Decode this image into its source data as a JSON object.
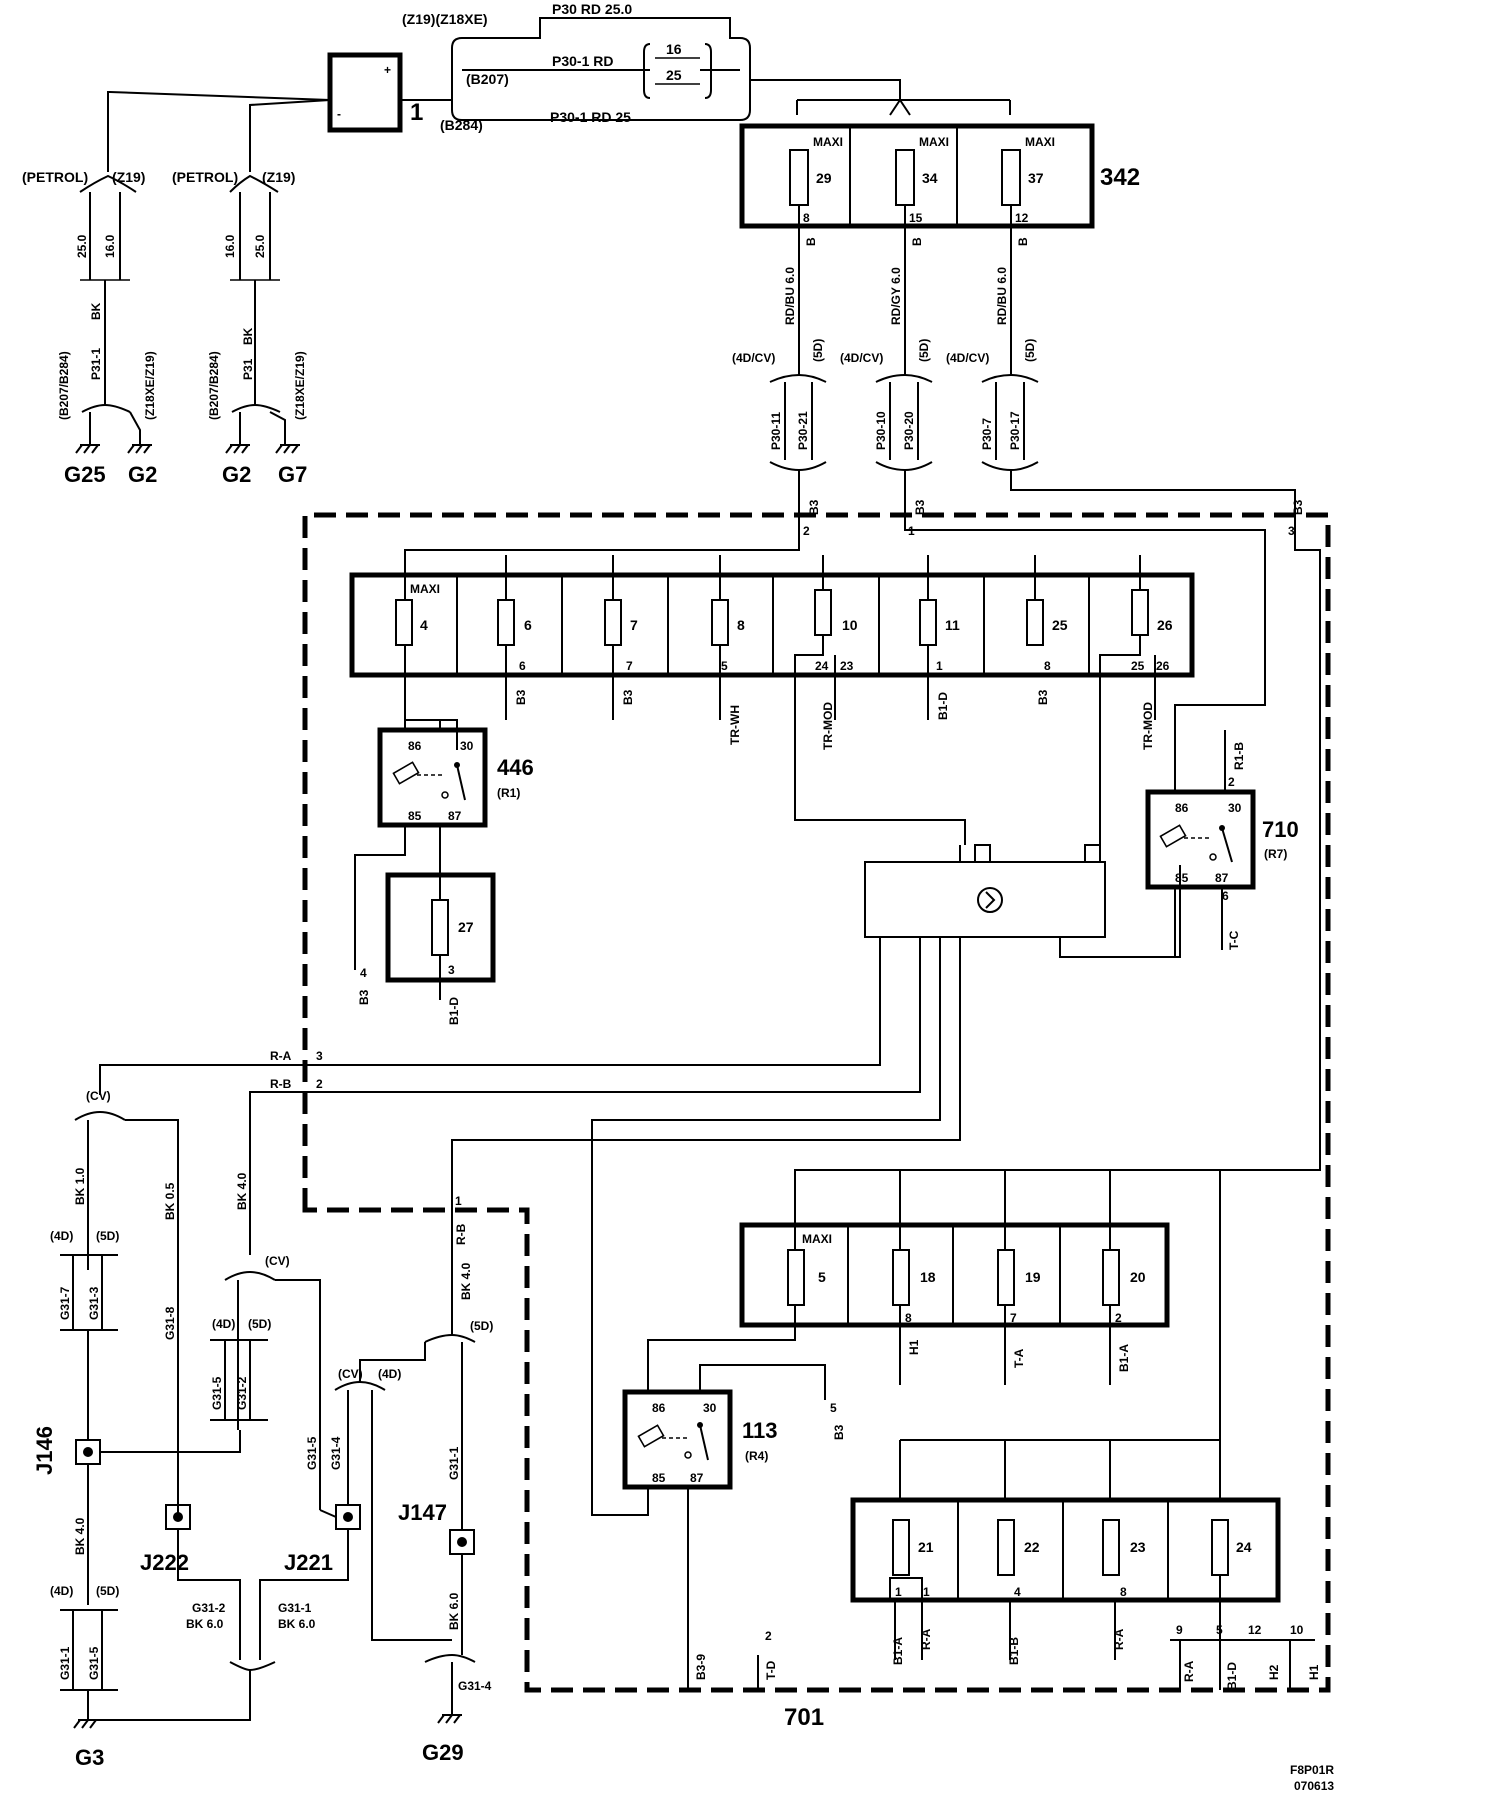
{
  "components": {
    "battery": "1",
    "fuse_box_upper": "342",
    "relay_box": "701",
    "relay_446": "446",
    "relay_446_loc": "(R1)",
    "relay_710": "710",
    "relay_710_loc": "(R7)",
    "relay_113": "113",
    "relay_113_loc": "(R4)"
  },
  "grounds": [
    "G25",
    "G2",
    "G2",
    "G7",
    "G3",
    "G29"
  ],
  "junctions": [
    "J146",
    "J222",
    "J221",
    "J147"
  ],
  "battery_feed": {
    "variant_top": "(Z19)(Z18XE)",
    "wire_top": "P30 RD  25.0",
    "wire_mid": "P30-1  RD",
    "size_a": "16",
    "size_b": "25",
    "variant_mid": "(B207)",
    "variant_low": "(B284)",
    "wire_low": "P30-1  RD  25"
  },
  "ground_wires": {
    "petrol": "(PETROL)",
    "z19": "(Z19)",
    "size_25": "25.0",
    "size_16": "16.0",
    "bk": "BK",
    "p31_1": "P31-1",
    "p31": "P31",
    "b207_b284": "(B207/B284)",
    "z18xe_z19": "(Z18XE/Z19)"
  },
  "fuse_box_342": {
    "maxi": "MAXI",
    "fuses": [
      "29",
      "34",
      "37"
    ],
    "pins": [
      "8",
      "15",
      "12"
    ],
    "conn": "B",
    "wires": [
      "RD/BU 6.0",
      "RD/GY 6.0",
      "RD/BU 6.0"
    ],
    "var_4d": "(4D/CV)",
    "var_5d": "(5D)",
    "splice_a": [
      "P30-11",
      "P30-10",
      "P30-7"
    ],
    "splice_b": [
      "P30-21",
      "P30-20",
      "P30-17"
    ]
  },
  "relay_box_701": {
    "b3": "B3",
    "feed_pins": [
      "2",
      "1",
      "3"
    ],
    "upper_fuses": [
      "4",
      "6",
      "7",
      "8",
      "10",
      "11",
      "25",
      "26"
    ],
    "maxi": "MAXI",
    "upper_pins": [
      "6",
      "7",
      "5",
      "24",
      "23",
      "1",
      "8",
      "25",
      "26"
    ],
    "upper_conns": [
      "B3",
      "B3",
      "TR-WH",
      "TR-MOD",
      "B1-D",
      "B3",
      "TR-MOD"
    ],
    "relay_pins": [
      "86",
      "30",
      "85",
      "87"
    ],
    "fuse_27": "27",
    "fuse_27_pin": "3",
    "fuse_27_conn": "B1-D",
    "relay_446_out_pin": "4",
    "relay_446_out_conn": "B3",
    "relay_710_in_pin": "2",
    "relay_710_in_conn": "R1-B",
    "relay_710_out_pin": "6",
    "relay_710_out_conn": "T-C",
    "lower_fuses": [
      "5",
      "18",
      "19",
      "20"
    ],
    "lower_pins": [
      "8",
      "7",
      "2"
    ],
    "lower_conns": [
      "H1",
      "T-A",
      "B1-A"
    ],
    "relay_113_pin": "5",
    "relay_113_conn": "B3",
    "relay_113_out_conn": "B3-9",
    "relay_113_t_pin": "2",
    "relay_113_t_conn": "T-D",
    "bottom_fuses": [
      "21",
      "22",
      "23",
      "24"
    ],
    "bottom_pins": [
      "1",
      "1",
      "4",
      "8",
      "9",
      "5",
      "12",
      "10"
    ],
    "bottom_conns": [
      "B1-A",
      "R-A",
      "B1-B",
      "R-A",
      "R-A",
      "B1-D",
      "H2",
      "H1"
    ],
    "ra": "R-A",
    "ra_pin": "3",
    "rb": "R-B",
    "rb_pin": "2",
    "rb_conn_pin": "1"
  },
  "ground_harness": {
    "cv": "(CV)",
    "d4": "(4D)",
    "d5": "(5D)",
    "bk_1_0": "BK 1.0",
    "bk_0_5": "BK  0.5",
    "bk_4_0": "BK  4.0",
    "bk_4_0b": "BK 4.0",
    "bk_6_0": "BK 6.0",
    "g31_7": "G31-7",
    "g31_3": "G31-3",
    "g31_8": "G31-8",
    "g31_5": "G31-5",
    "g31_2": "G31-2",
    "g31_4": "G31-4",
    "g31_1": "G31-1",
    "g31_2_label": "G31-2",
    "g31_1_label": "G31-1",
    "bk6a": "BK 6.0",
    "bk6b": "BK 6.0",
    "g31_4_g29": "G31-4"
  },
  "footer": {
    "code": "F8P01R",
    "date": "070613"
  }
}
